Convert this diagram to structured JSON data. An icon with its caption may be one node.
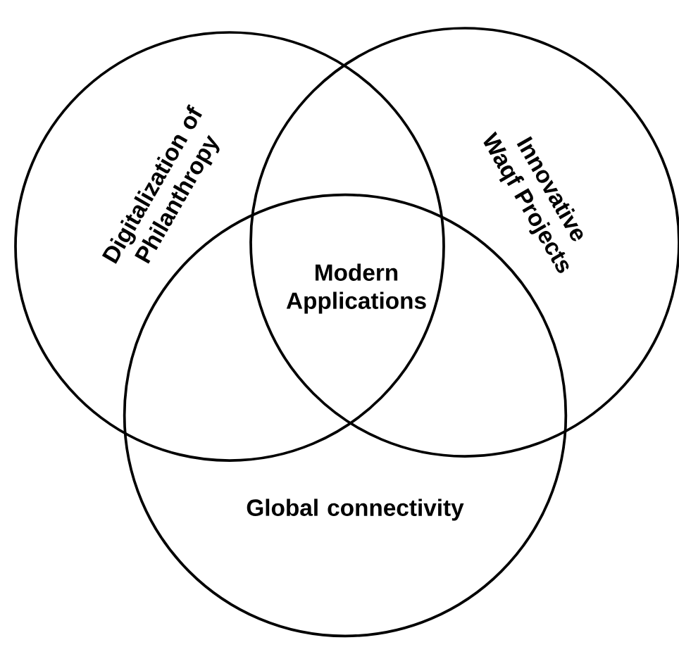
{
  "diagram": {
    "nodes": [
      {
        "text": [
          "Digitalization of Philanthropy"
        ]
      },
      {
        "text": [
          "Innovative Waqf Projects"
        ]
      },
      {
        "text": [
          "Global connectivity"
        ]
      }
    ],
    "edges": [],
    "labels": [
      "Modern Applications"
    ]
  }
}
